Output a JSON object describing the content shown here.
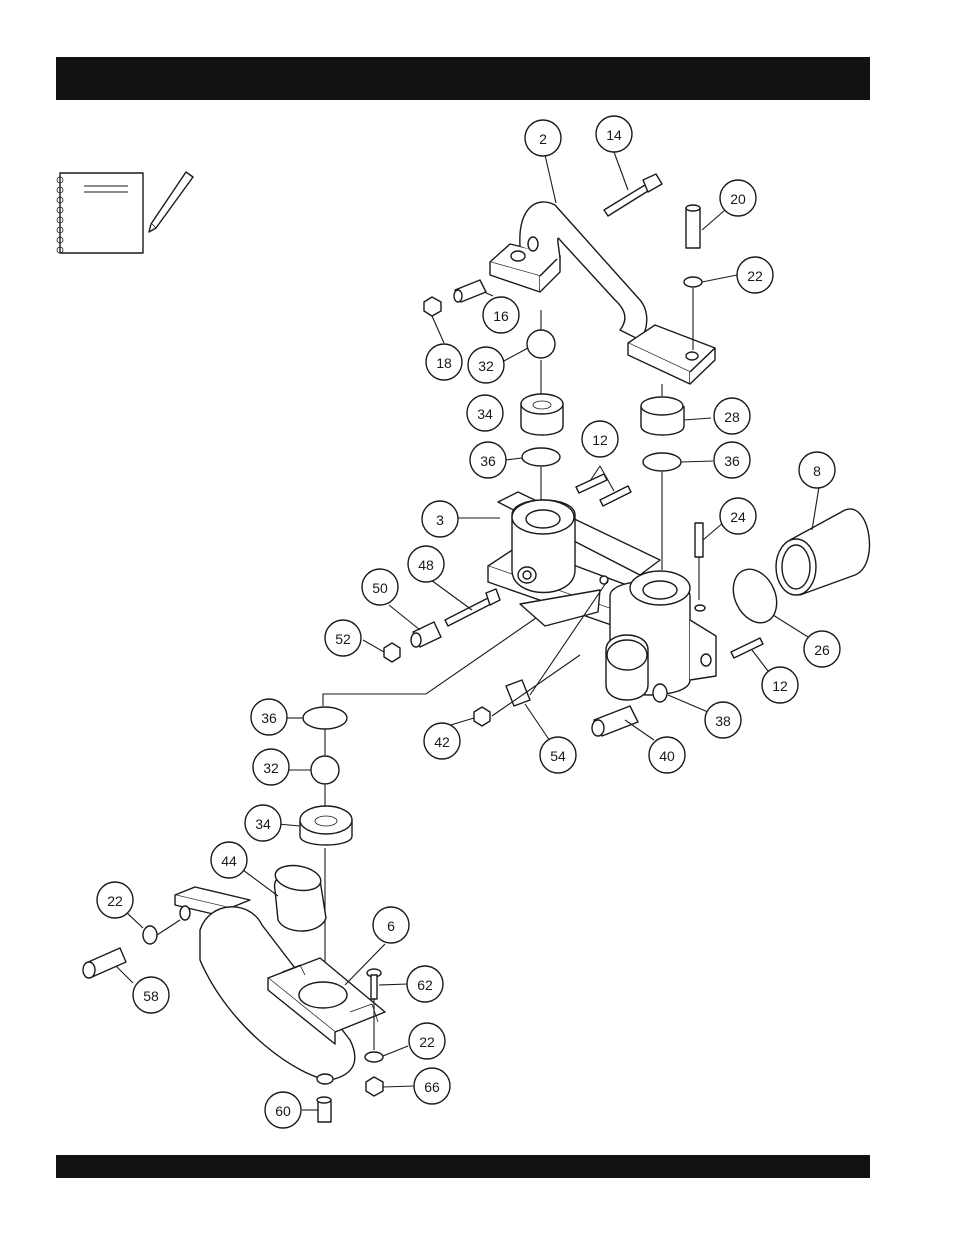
{
  "callouts": [
    {
      "id": "c2",
      "label": "2"
    },
    {
      "id": "c14",
      "label": "14"
    },
    {
      "id": "c20",
      "label": "20"
    },
    {
      "id": "c22a",
      "label": "22"
    },
    {
      "id": "c16",
      "label": "16"
    },
    {
      "id": "c18",
      "label": "18"
    },
    {
      "id": "c32a",
      "label": "32"
    },
    {
      "id": "c34a",
      "label": "34"
    },
    {
      "id": "c28",
      "label": "28"
    },
    {
      "id": "c36a",
      "label": "36"
    },
    {
      "id": "c12a",
      "label": "12"
    },
    {
      "id": "c36b",
      "label": "36"
    },
    {
      "id": "c8",
      "label": "8"
    },
    {
      "id": "c3",
      "label": "3"
    },
    {
      "id": "c24",
      "label": "24"
    },
    {
      "id": "c48",
      "label": "48"
    },
    {
      "id": "c50",
      "label": "50"
    },
    {
      "id": "c52",
      "label": "52"
    },
    {
      "id": "c26",
      "label": "26"
    },
    {
      "id": "c12b",
      "label": "12"
    },
    {
      "id": "c36c",
      "label": "36"
    },
    {
      "id": "c38",
      "label": "38"
    },
    {
      "id": "c42",
      "label": "42"
    },
    {
      "id": "c54",
      "label": "54"
    },
    {
      "id": "c40",
      "label": "40"
    },
    {
      "id": "c32b",
      "label": "32"
    },
    {
      "id": "c34b",
      "label": "34"
    },
    {
      "id": "c44",
      "label": "44"
    },
    {
      "id": "c22b",
      "label": "22"
    },
    {
      "id": "c6",
      "label": "6"
    },
    {
      "id": "c62",
      "label": "62"
    },
    {
      "id": "c58",
      "label": "58"
    },
    {
      "id": "c22c",
      "label": "22"
    },
    {
      "id": "c66",
      "label": "66"
    },
    {
      "id": "c60",
      "label": "60"
    }
  ],
  "icons": {
    "notes": "notepad-with-pencil-icon"
  },
  "colors": {
    "bar": "#121212",
    "ink": "#1a1a1a"
  }
}
